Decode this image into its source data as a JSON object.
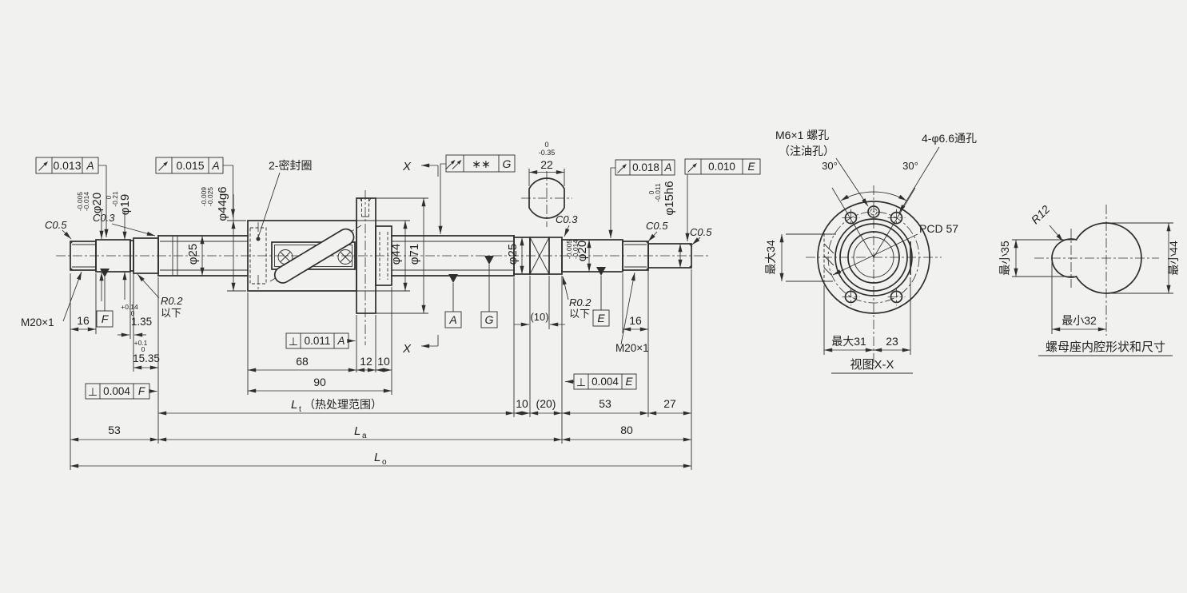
{
  "colors": {
    "background": "#f1f1ef",
    "line": "#2e2e2e"
  },
  "symbols": {
    "circular_runout": "circular-runout-arrow",
    "total_runout": "total-runout-double-arrow",
    "perpendicularity": "⊥"
  },
  "feature_frames": {
    "left_journal_runout": {
      "symbol": "circular-runout",
      "value": "0.013",
      "datum": "A"
    },
    "nut_od_runout": {
      "symbol": "circular-runout",
      "value": "0.015",
      "datum": "A"
    },
    "screw_total_runout": {
      "symbol": "total-runout",
      "value": "∗∗",
      "datum": "G"
    },
    "right_journal_runout": {
      "symbol": "circular-runout",
      "value": "0.018",
      "datum": "A"
    },
    "end_journal_runout": {
      "symbol": "circular-runout",
      "value": "0.010",
      "datum": "E"
    },
    "left_face_perp": {
      "symbol": "perpendicularity",
      "value": "0.004",
      "datum": "F"
    },
    "flange_face_perp": {
      "symbol": "perpendicularity",
      "value": "0.011",
      "datum": "A"
    },
    "right_face_perp": {
      "symbol": "perpendicularity",
      "value": "0.004",
      "datum": "E"
    }
  },
  "main_view": {
    "labels": {
      "chamfer_left_end": "C0.5",
      "dia_20_left": "φ20",
      "dia_20_left_tol_hi": "-0.005",
      "dia_20_left_tol_lo": "-0.014",
      "dia_19": "φ19",
      "dia_19_tol_hi": "0",
      "dia_19_tol_lo": "-0.21",
      "chamfer_c03_left": "C0.3",
      "fillet_left": "R0.2",
      "fillet_left_note": "以下",
      "thread_left": "M20×1",
      "dia_25_left": "φ25",
      "dia_44g6": "φ44g6",
      "dia_44g6_tol_hi": "-0.009",
      "dia_44g6_tol_lo": "-0.025",
      "seal_note": "2-密封圈",
      "dia_44": "φ44",
      "dia_71": "φ71",
      "section_x_top": "X",
      "section_x_bottom": "X",
      "flats_width": "22",
      "flats_tol_hi": "0",
      "flats_tol_lo": "-0.35",
      "chamfer_c03_right": "C0.3",
      "fillet_right": "R0.2",
      "fillet_right_note": "以下",
      "dia_25_right": "φ25",
      "dia_20_right": "φ20",
      "dia_20_right_tol_hi": "-0.005",
      "dia_20_right_tol_lo": "-0.014",
      "thread_right": "M20×1",
      "chamfer_right_1": "C0.5",
      "chamfer_right_2": "C0.5",
      "dia_15h6": "φ15h6",
      "dia_15h6_tol_hi": "0",
      "dia_15h6_tol_lo": "-0.011",
      "datum_a": "A",
      "datum_g": "G",
      "datum_e": "E",
      "datum_f": "F"
    },
    "dims": {
      "d16_left": "16",
      "d135": "1.35",
      "d135_tol_hi": "+0.14",
      "d135_tol_lo": "0",
      "d1535": "15.35",
      "d1535_tol_hi": "+0.1",
      "d1535_tol_lo": "0",
      "d53_left": "53",
      "d68": "68",
      "d12": "12",
      "d10_nut": "10",
      "d90": "90",
      "d10_ref": "(10)",
      "d10_right": "10",
      "d20_ref": "(20)",
      "d53_right": "53",
      "d27": "27",
      "d80": "80",
      "d16_right": "16",
      "lt": "L",
      "lt_sub": "t",
      "lt_note": "（热处理范围）",
      "la": "L",
      "la_sub": "a",
      "lo": "L",
      "lo_sub": "o"
    }
  },
  "section_view": {
    "title": "视图X-X",
    "labels": {
      "oil_hole": "M6×1 螺孔",
      "oil_hole_note": "（注油孔）",
      "angle_left": "30°",
      "angle_right": "30°",
      "bolt_holes": "4-φ6.6通孔",
      "pcd": "PCD 57",
      "max34": "最大34",
      "max31": "最大31",
      "d23": "23"
    }
  },
  "cavity_view": {
    "title": "螺母座内腔形状和尺寸",
    "labels": {
      "r12": "R12",
      "min35": "最小35",
      "min44": "最小44",
      "min32": "最小32"
    }
  }
}
